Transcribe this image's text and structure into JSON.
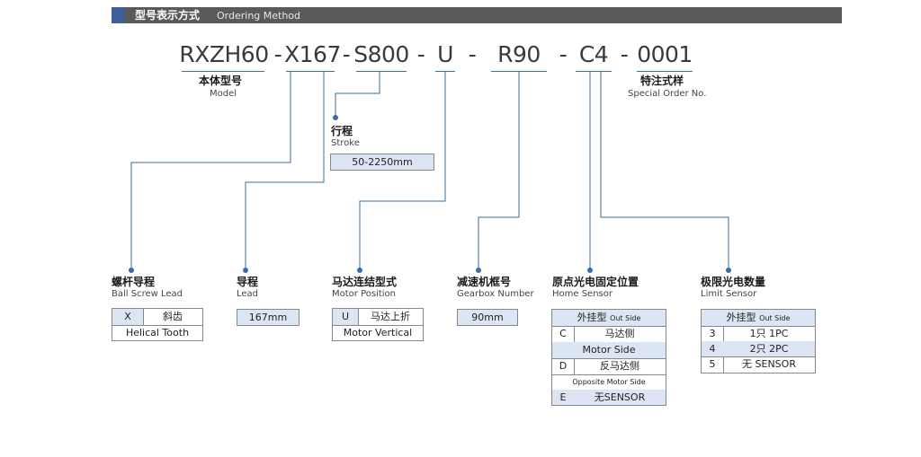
{
  "header": {
    "title_cn": "型号表示方式",
    "title_en": "Ordering Method"
  },
  "code": {
    "model": "RXZH60",
    "sep1": "-",
    "lead": "X167",
    "sep2": "-",
    "stroke": "S800",
    "sep3": "-",
    "motor": "U",
    "sep4": "-",
    "gearbox": "R90",
    "sep5": "-",
    "sensor": "C4",
    "sep6": "-",
    "special": "0001"
  },
  "labels": {
    "model_cn": "本体型号",
    "model_en": "Model",
    "special_cn": "特注式样",
    "special_en": "Special Order No.",
    "stroke_cn": "行程",
    "stroke_en": "Stroke",
    "ballscrew_cn": "螺杆导程",
    "ballscrew_en": "Ball Screw Lead",
    "lead_cn": "导程",
    "lead_en": "Lead",
    "motorpos_cn": "马达连结型式",
    "motorpos_en": "Motor Position",
    "gearbox_cn": "减速机框号",
    "gearbox_en": "Gearbox Number",
    "home_cn": "原点光电固定位置",
    "home_en": "Home Sensor",
    "limit_cn": "极限光电数量",
    "limit_en": "Limit Sensor"
  },
  "boxes": {
    "stroke_range": "50-2250mm",
    "ballscrew": {
      "code": "X",
      "cn": "斜齿",
      "en": "Helical Tooth"
    },
    "lead_value": "167mm",
    "motorpos": {
      "code": "U",
      "cn": "马达上折",
      "en": "Motor Vertical"
    },
    "gearbox_value": "90mm",
    "home": {
      "header_cn": "外挂型",
      "header_en": "Out Side",
      "row1_code": "C",
      "row1_cn": "马达侧",
      "row1_en": "Motor Side",
      "row2_code": "D",
      "row2_cn": "反马达侧",
      "row2_en": "Opposite Motor Side",
      "row3_code": "E",
      "row3_cn": "无SENSOR"
    },
    "limit": {
      "header_cn": "外挂型",
      "header_en": "Out Side",
      "rows": [
        {
          "code": "3",
          "text": "1只 1PC"
        },
        {
          "code": "4",
          "text": "2只 2PC"
        },
        {
          "code": "5",
          "text": "无 SENSOR"
        }
      ]
    }
  },
  "colors": {
    "line": "#3a6ea5",
    "header_bg": "#5a5a5a",
    "header_accent": "#3f5f9a",
    "cell_fill": "#dbe5f3"
  }
}
